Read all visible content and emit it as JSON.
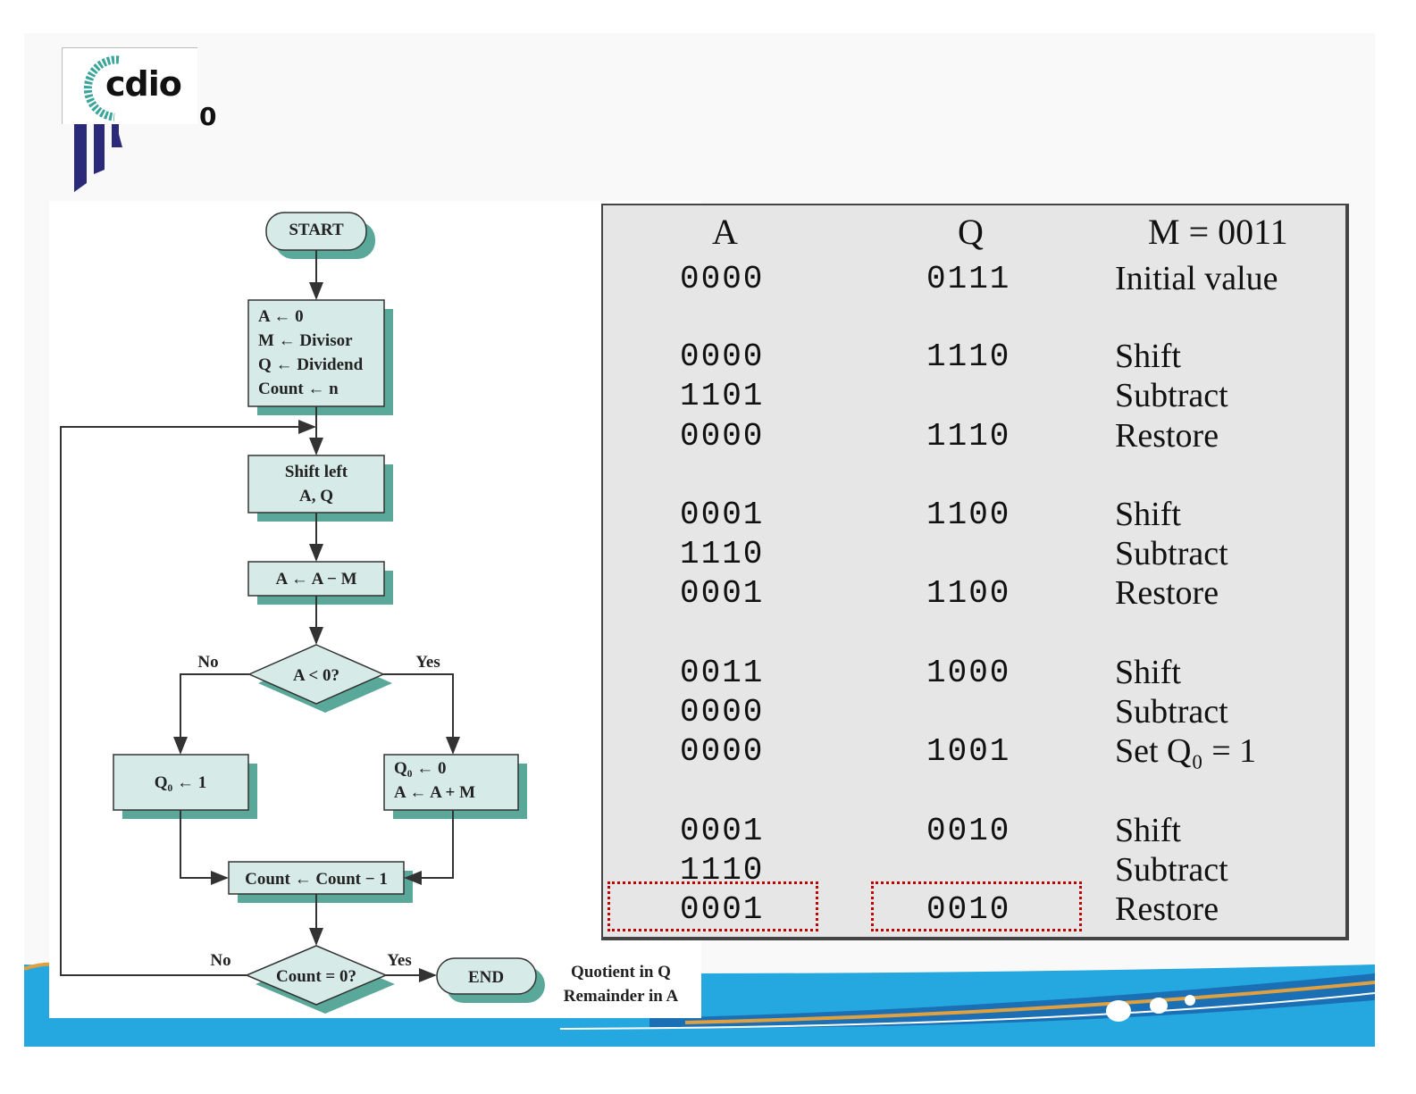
{
  "logo": {
    "text": "cdio",
    "colors": {
      "arc": "#3aa59a",
      "jit": "#2b2a7a"
    }
  },
  "flowchart": {
    "start": "START",
    "init": [
      "A ← 0",
      "M ← Divisor",
      "Q ← Dividend",
      "Count ← n"
    ],
    "shift": [
      "Shift left",
      "A, Q"
    ],
    "subtract": "A ← A − M",
    "decision1": {
      "label": "A < 0?",
      "no": "No",
      "yes": "Yes"
    },
    "set_q1": "Q₀ ← 1",
    "restore": [
      "Q₀ ← 0",
      "A ← A + M"
    ],
    "count": "Count ← Count − 1",
    "decision2": {
      "label": "Count = 0?",
      "no": "No",
      "yes": "Yes"
    },
    "end": "END",
    "result": [
      "Quotient in Q",
      "Remainder in A"
    ]
  },
  "table": {
    "headers": {
      "a": "A",
      "q": "Q",
      "m": "M = 0011"
    },
    "rows": [
      {
        "a": "0000",
        "q": "0111",
        "desc": "Initial value"
      },
      {
        "a": "0000",
        "q": "1110",
        "desc": "Shift"
      },
      {
        "a": "1101",
        "q": "",
        "desc": "Subtract"
      },
      {
        "a": "0000",
        "q": "1110",
        "desc": "Restore"
      },
      {
        "a": "0001",
        "q": "1100",
        "desc": "Shift"
      },
      {
        "a": "1110",
        "q": "",
        "desc": "Subtract"
      },
      {
        "a": "0001",
        "q": "1100",
        "desc": "Restore"
      },
      {
        "a": "0011",
        "q": "1000",
        "desc": "Shift"
      },
      {
        "a": "0000",
        "q": "",
        "desc": "Subtract"
      },
      {
        "a": "0000",
        "q": "1001",
        "desc": "Set Q₀ = 1"
      },
      {
        "a": "0001",
        "q": "0010",
        "desc": "Shift"
      },
      {
        "a": "1110",
        "q": "",
        "desc": "Subtract"
      },
      {
        "a": "0001",
        "q": "0010",
        "desc": "Restore"
      }
    ],
    "highlight_color": "#c00000"
  }
}
